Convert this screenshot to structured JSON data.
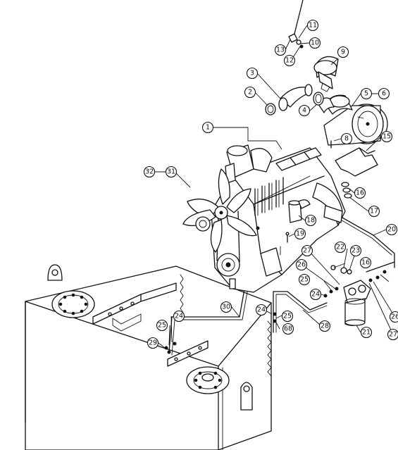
{
  "callouts": [
    {
      "id": "c1",
      "label": "1"
    },
    {
      "id": "c2",
      "label": "2"
    },
    {
      "id": "c3",
      "label": "3"
    },
    {
      "id": "c4",
      "label": "4"
    },
    {
      "id": "c5",
      "label": "5"
    },
    {
      "id": "c6",
      "label": "6"
    },
    {
      "id": "c8",
      "label": "8"
    },
    {
      "id": "c9",
      "label": "9"
    },
    {
      "id": "c10",
      "label": "10"
    },
    {
      "id": "c11",
      "label": "11"
    },
    {
      "id": "c12",
      "label": "12"
    },
    {
      "id": "c13",
      "label": "13"
    },
    {
      "id": "c15",
      "label": "15"
    },
    {
      "id": "c16a",
      "label": "16"
    },
    {
      "id": "c16b",
      "label": "16"
    },
    {
      "id": "c17",
      "label": "17"
    },
    {
      "id": "c18",
      "label": "18"
    },
    {
      "id": "c19",
      "label": "19"
    },
    {
      "id": "c20",
      "label": "20"
    },
    {
      "id": "c21",
      "label": "21"
    },
    {
      "id": "c22",
      "label": "22"
    },
    {
      "id": "c23",
      "label": "23"
    },
    {
      "id": "c24a",
      "label": "24"
    },
    {
      "id": "c24b",
      "label": "24"
    },
    {
      "id": "c24c",
      "label": "24"
    },
    {
      "id": "c25a",
      "label": "25"
    },
    {
      "id": "c25b",
      "label": "25"
    },
    {
      "id": "c25c",
      "label": "25"
    },
    {
      "id": "c26a",
      "label": "26"
    },
    {
      "id": "c26b",
      "label": "26"
    },
    {
      "id": "c27a",
      "label": "27"
    },
    {
      "id": "c27b",
      "label": "27"
    },
    {
      "id": "c28",
      "label": "28"
    },
    {
      "id": "c29",
      "label": "29"
    },
    {
      "id": "c30",
      "label": "30"
    },
    {
      "id": "c31",
      "label": "31"
    },
    {
      "id": "c32",
      "label": "32"
    },
    {
      "id": "c68",
      "label": "68"
    }
  ]
}
